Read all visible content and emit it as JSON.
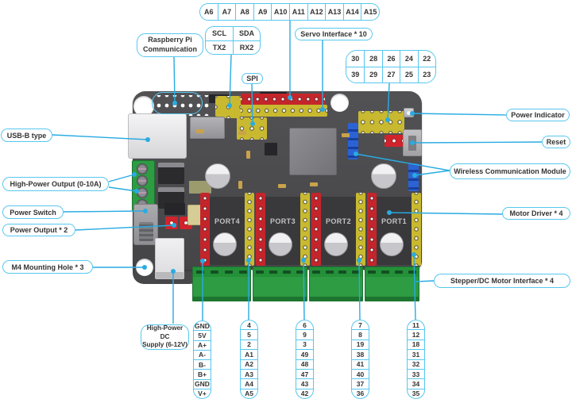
{
  "colors": {
    "line": "#29abe2",
    "label_border": "#58c7ef",
    "board": "#4a4a4d",
    "header_red": "#c4252b",
    "header_yellow": "#c9b930",
    "terminal_green": "#2d9c43",
    "header_blue": "#2257c4"
  },
  "top": {
    "analog_pins": [
      "A6",
      "A7",
      "A8",
      "A9",
      "A10",
      "A11",
      "A12",
      "A13",
      "A14",
      "A15"
    ],
    "rpi_lines": [
      "Raspberry Pi",
      "Communication"
    ],
    "comm_pins": [
      "SCL",
      "SDA",
      "TX2",
      "RX2"
    ],
    "servo_label": "Servo Interface * 10",
    "spi_label": "SPI",
    "digital_pins": [
      "30",
      "28",
      "26",
      "24",
      "22",
      "39",
      "29",
      "27",
      "25",
      "23"
    ]
  },
  "right": {
    "power_indicator": "Power Indicator",
    "reset": "Reset",
    "wireless": "Wireless Communication Module",
    "motor_driver": "Motor Driver * 4",
    "stepper": "Stepper/DC Motor Interface * 4"
  },
  "left": {
    "usb": "USB-B type",
    "high_power_output": "High-Power Output (0-10A)",
    "power_switch": "Power Switch",
    "power_output": "Power Output * 2",
    "mounting_hole": "M4 Mounting Hole * 3"
  },
  "bottom": {
    "dc_supply_lines": [
      "High-Power DC",
      "Supply (6-12V)"
    ],
    "columns": [
      {
        "pins": [
          "GND",
          "5V",
          "A+",
          "A-",
          "B-",
          "B+",
          "GND",
          "V+"
        ]
      },
      {
        "pins": [
          "4",
          "5",
          "2",
          "A1",
          "A2",
          "A3",
          "A4",
          "A5"
        ]
      },
      {
        "pins": [
          "6",
          "9",
          "3",
          "49",
          "48",
          "47",
          "43",
          "42"
        ]
      },
      {
        "pins": [
          "7",
          "8",
          "19",
          "38",
          "41",
          "40",
          "37",
          "36"
        ]
      },
      {
        "pins": [
          "11",
          "12",
          "18",
          "31",
          "32",
          "33",
          "34",
          "35"
        ]
      }
    ]
  },
  "board": {
    "ports": [
      "PORT4",
      "PORT3",
      "PORT2",
      "PORT1"
    ]
  }
}
